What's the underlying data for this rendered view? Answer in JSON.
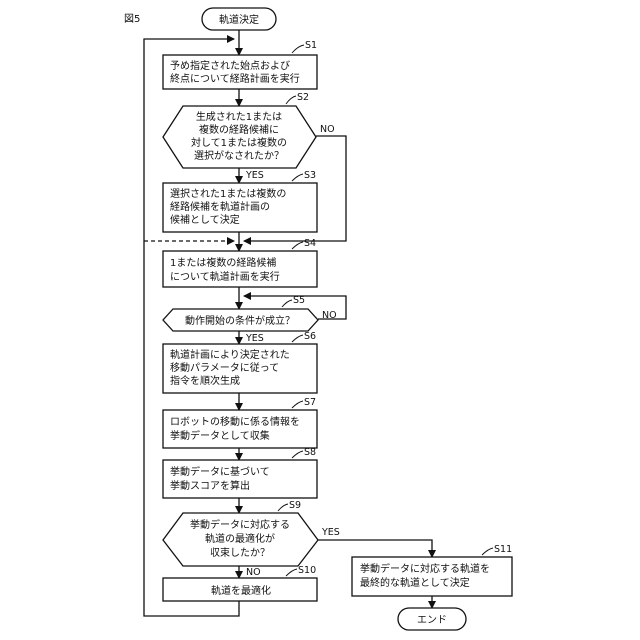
{
  "figure": {
    "label": "図5"
  },
  "start": "軌道決定",
  "end": "エンド",
  "steps": {
    "s1": {
      "id": "S1",
      "lines": [
        "予め指定された始点および",
        "終点について経路計画を実行"
      ]
    },
    "s2": {
      "id": "S2",
      "lines": [
        "生成された1または",
        "複数の経路候補に",
        "対して1または複数の",
        "選択がなされたか？"
      ]
    },
    "s3": {
      "id": "S3",
      "lines": [
        "選択された1または複数の",
        "経路候補を軌道計画の",
        "候補として決定"
      ]
    },
    "s4": {
      "id": "S4",
      "lines": [
        "1または複数の経路候補",
        "について軌道計画を実行"
      ]
    },
    "s5": {
      "id": "S5",
      "lines": [
        "動作開始の条件が成立？"
      ]
    },
    "s6": {
      "id": "S6",
      "lines": [
        "軌道計画により決定された",
        "移動パラメータに従って",
        "指令を順次生成"
      ]
    },
    "s7": {
      "id": "S7",
      "lines": [
        "ロボットの移動に係る情報を",
        "挙動データとして収集"
      ]
    },
    "s8": {
      "id": "S8",
      "lines": [
        "挙動データに基づいて",
        "挙動スコアを算出"
      ]
    },
    "s9": {
      "id": "S9",
      "lines": [
        "挙動データに対応する",
        "軌道の最適化が",
        "収束したか？"
      ]
    },
    "s10": {
      "id": "S10",
      "lines": [
        "軌道を最適化"
      ]
    },
    "s11": {
      "id": "S11",
      "lines": [
        "挙動データに対応する軌道を",
        "最終的な軌道として決定"
      ]
    }
  },
  "branches": {
    "s2_yes": "YES",
    "s2_no": "NO",
    "s5_yes": "YES",
    "s5_no": "NO",
    "s9_yes": "YES",
    "s9_no": "NO"
  }
}
